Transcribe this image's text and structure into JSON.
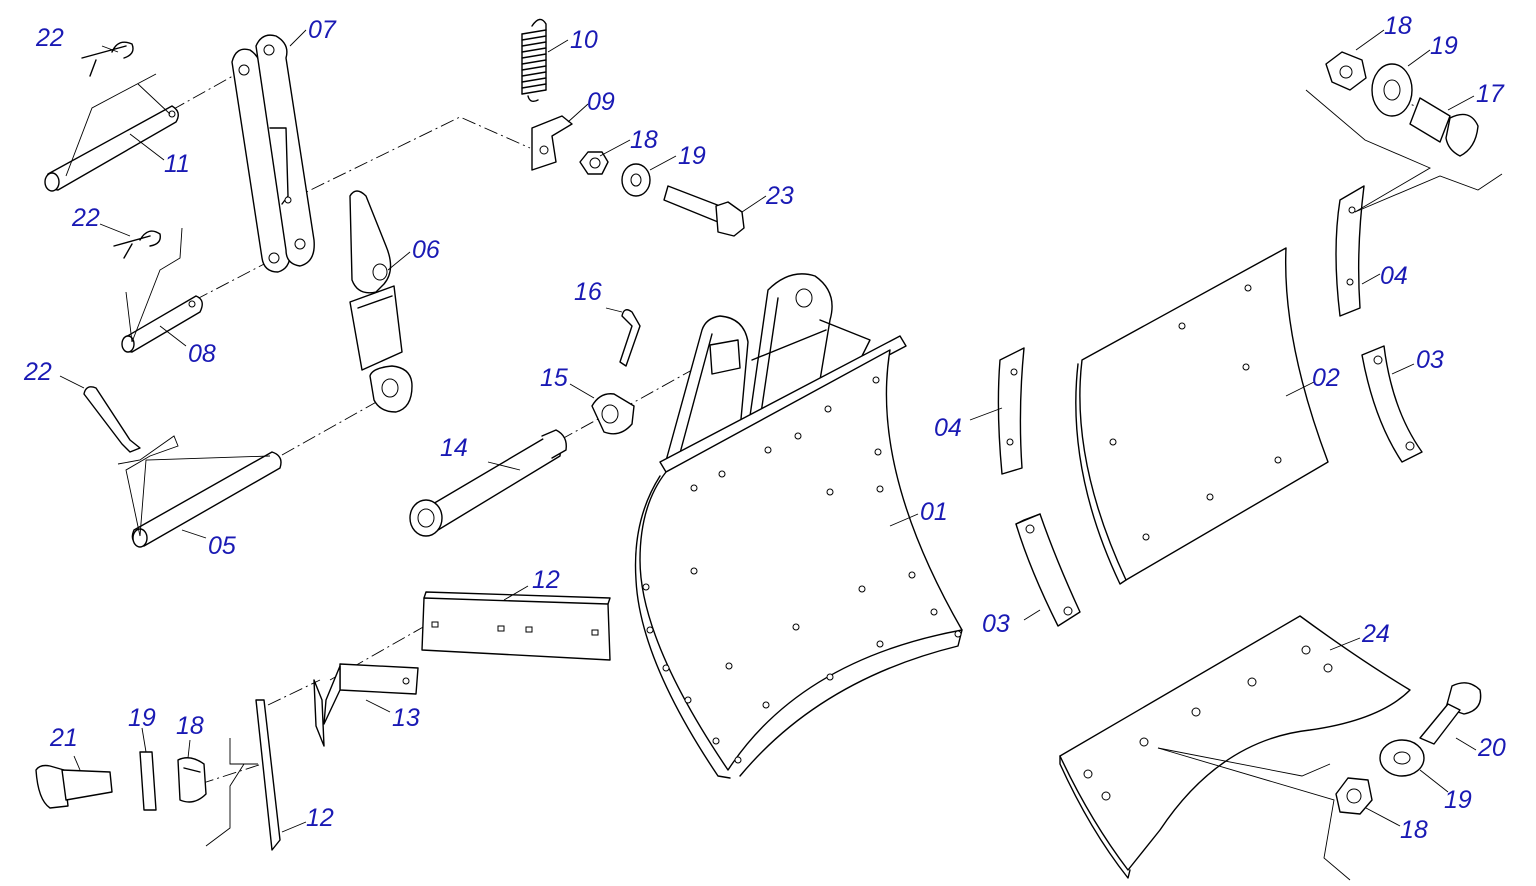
{
  "label_color": "#1a1ab4",
  "line_color": "#000000",
  "labels": {
    "l01": "01",
    "l02": "02",
    "l03a": "03",
    "l03b": "03",
    "l04a": "04",
    "l04b": "04",
    "l05": "05",
    "l06": "06",
    "l07": "07",
    "l08": "08",
    "l09": "09",
    "l10": "10",
    "l11": "11",
    "l12a": "12",
    "l12b": "12",
    "l13": "13",
    "l14": "14",
    "l15": "15",
    "l16": "16",
    "l17": "17",
    "l18a": "18",
    "l18b": "18",
    "l18c": "18",
    "l18d": "18",
    "l19a": "19",
    "l19b": "19",
    "l19c": "19",
    "l19d": "19",
    "l20": "20",
    "l21": "21",
    "l22a": "22",
    "l22b": "22",
    "l22c": "22",
    "l23": "23",
    "l24": "24"
  }
}
